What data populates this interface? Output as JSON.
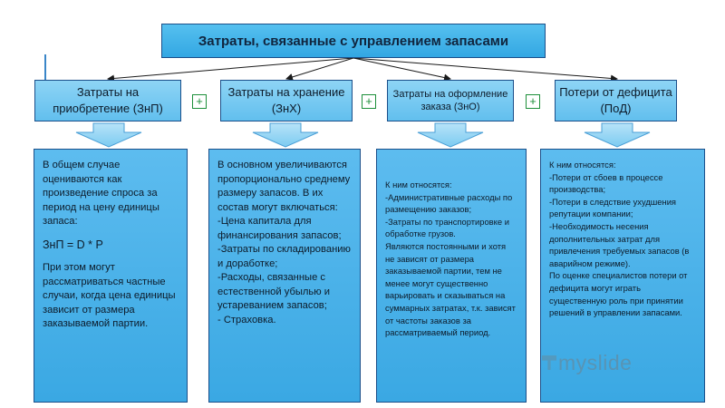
{
  "title": "Затраты, связанные с управлением запасами",
  "categories": [
    {
      "label": "Затраты на приобретение (ЗнП)"
    },
    {
      "label": "Затраты на хранение (ЗнХ)"
    },
    {
      "label": "Затраты на оформление заказа (ЗнО)"
    },
    {
      "label": "Потери от дефицита (ПоД)"
    }
  ],
  "plus_sign": "+",
  "descriptions": {
    "acquisition": {
      "p1": "В общем случае оцениваются как произведение спроса за период на цену единицы запаса:",
      "formula": "ЗнП = D * P",
      "p2": "При этом могут рассматриваться частные случаи, когда цена единицы зависит от размера заказываемой партии."
    },
    "storage": "В основном увеличиваются пропорционально среднему размеру запасов. В их состав могут включаться:\n-Цена капитала для финансирования запасов;\n-Затраты по складированию и доработке;\n-Расходы, связанные с естественной убылью и устареванием запасов;\n- Страховка.",
    "ordering": "К ним относятся:\n-Административные расходы по размещению заказов;\n-Затраты по транспортировке и обработке грузов.\nЯвляются постоянными и хотя не зависят от размера заказываемой партии, тем не менее могут существенно варьировать и сказываться на суммарных затратах, т.к. зависят от частоты заказов за рассматриваемый период.",
    "shortage": "К ним относятся:\n-Потери от сбоев в процессе производства;\n-Потери в следствие ухудшения репутации компании;\n-Необходимость несения дополнительных затрат для привлечения требуемых запасов (в аварийном режиме).\nПо оценке специалистов потери от дефицита могут играть существенную роль при принятии решений в управлении запасами."
  },
  "watermark": "myslide",
  "colors": {
    "box_top": "#55c0ef",
    "box_cat": "#8ed4f5",
    "box_desc": "#4db2e9",
    "border": "#1b4f8a",
    "plus": "#1d8f3a"
  }
}
